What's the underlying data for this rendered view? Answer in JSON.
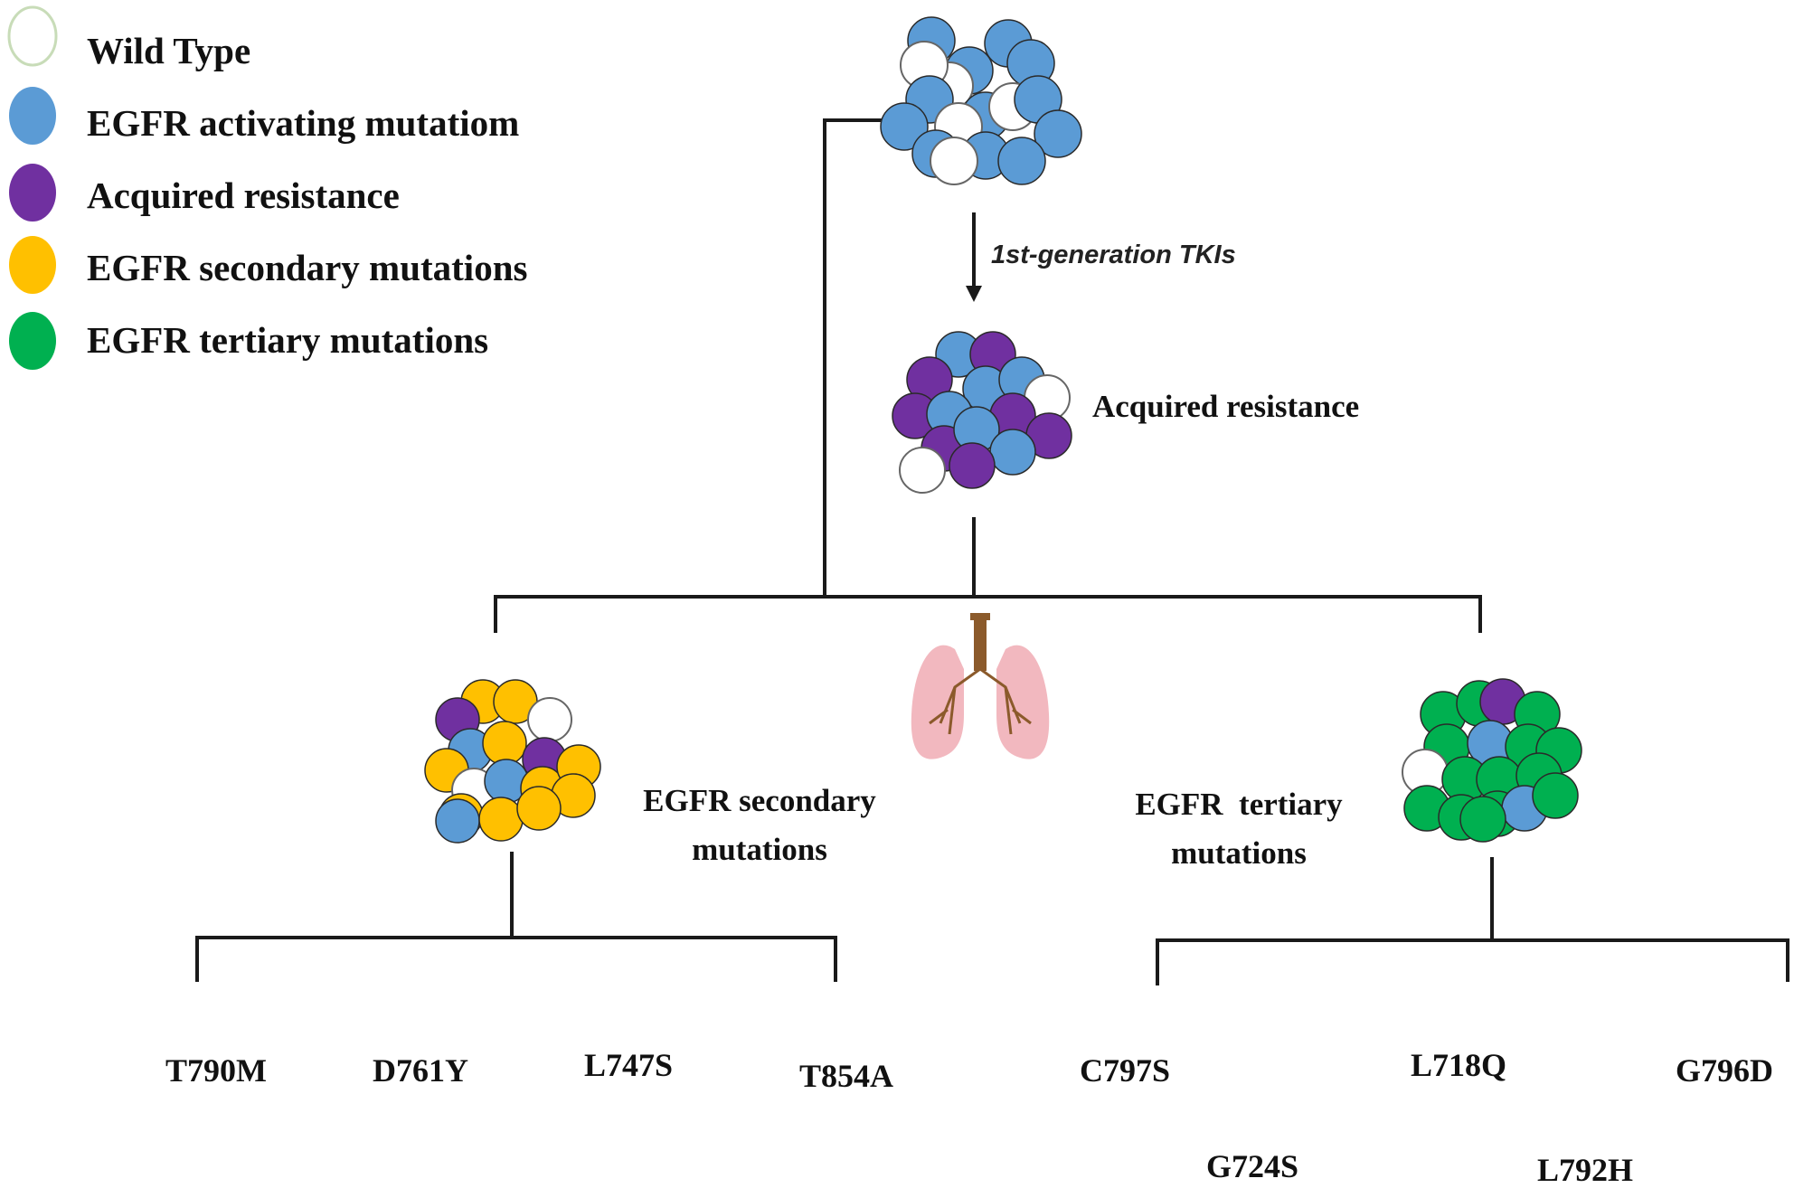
{
  "colors": {
    "wild_type": "#ffffff",
    "activating": "#5b9bd5",
    "acquired": "#7030a0",
    "secondary": "#ffc000",
    "tertiary": "#00b050",
    "line": "#1a1a1a",
    "lung": "#f2b8bf",
    "lung_airway": "#8b5a2b"
  },
  "legend": {
    "items": [
      {
        "label": "Wild Type",
        "color_key": "wild_type"
      },
      {
        "label": "EGFR activating mutatiom",
        "color_key": "activating"
      },
      {
        "label": "Acquired resistance",
        "color_key": "acquired"
      },
      {
        "label": "EGFR secondary mutations",
        "color_key": "secondary"
      },
      {
        "label": "EGFR tertiary mutations",
        "color_key": "tertiary"
      }
    ]
  },
  "arrow_label": "1st-generation TKIs",
  "nodes": {
    "acquired_label": "Acquired resistance",
    "secondary_label_line1": "EGFR secondary",
    "secondary_label_line2": "mutations",
    "tertiary_label_line1": "EGFR  tertiary",
    "tertiary_label_line2": "mutations"
  },
  "secondary_mutations": [
    "T790M",
    "D761Y",
    "L747S",
    "T854A"
  ],
  "tertiary_mutations": [
    "C797S",
    "G724S",
    "L718Q",
    "L792H",
    "G796D"
  ],
  "icons": {
    "lungs": "lungs-icon"
  }
}
